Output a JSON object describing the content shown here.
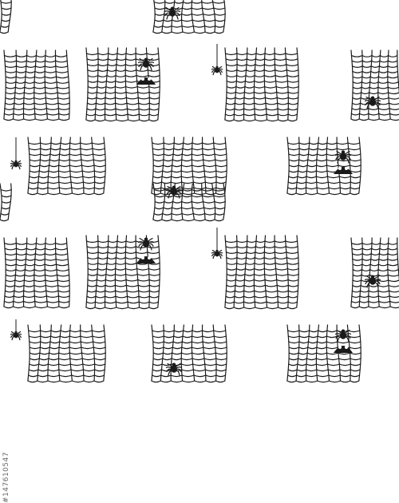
{
  "pattern": {
    "ink_color": "#1a1a1a",
    "background_color": "#ffffff",
    "motifs": [
      "spider-web",
      "spider",
      "spider-on-thread"
    ]
  },
  "watermark": {
    "stock_id": "#147610547"
  }
}
